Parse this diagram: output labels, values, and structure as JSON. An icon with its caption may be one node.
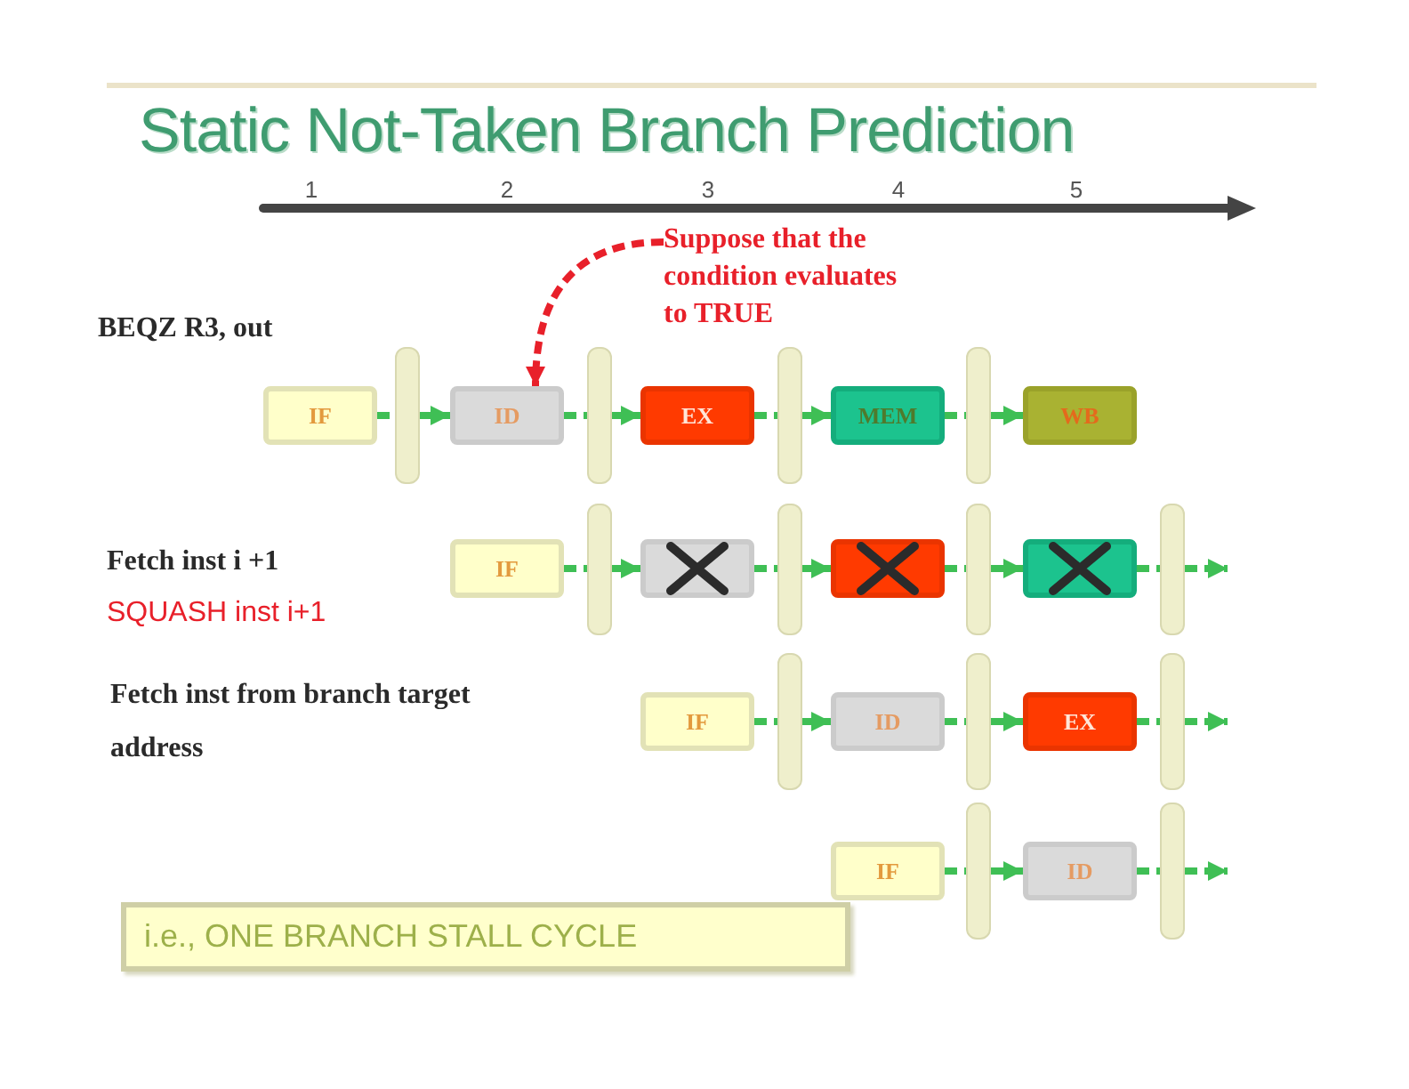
{
  "diagram": {
    "title": "Static Not-Taken Branch Prediction",
    "nodes": [
      {
        "text": [
          "Suppose that the condition evaluates to TRUE"
        ]
      },
      {
        "text": [
          "IF"
        ]
      },
      {
        "text": [],
        "shape": "bar"
      },
      {
        "text": [
          "ID"
        ]
      },
      {
        "text": [],
        "shape": "bar"
      },
      {
        "text": [
          "EX"
        ]
      },
      {
        "text": [],
        "shape": "bar"
      },
      {
        "text": [
          "MEM"
        ]
      },
      {
        "text": [],
        "shape": "bar"
      },
      {
        "text": [
          "WB"
        ]
      },
      {
        "text": [
          "IF"
        ]
      },
      {
        "text": [],
        "shape": "bar"
      },
      {
        "text": [],
        "shape": "box"
      },
      {
        "text": [],
        "shape": "bar"
      },
      {
        "text": [],
        "shape": "box"
      },
      {
        "text": [],
        "shape": "bar"
      },
      {
        "text": [],
        "shape": "box"
      },
      {
        "text": [],
        "shape": "bar"
      },
      {
        "text": [
          "IF"
        ]
      },
      {
        "text": [],
        "shape": "bar"
      },
      {
        "text": [
          "ID"
        ]
      },
      {
        "text": [],
        "shape": "bar"
      },
      {
        "text": [
          "EX"
        ]
      },
      {
        "text": [],
        "shape": "bar"
      },
      {
        "text": [
          "IF"
        ]
      },
      {
        "text": [],
        "shape": "bar"
      },
      {
        "text": [
          "ID"
        ]
      },
      {
        "text": [],
        "shape": "bar"
      },
      {
        "text": [
          "i.e., ONE BRANCH STALL CYCLE"
        ]
      }
    ],
    "edges": [
      {
        "from": 0,
        "to": 3,
        "arrow": "to",
        "style": "dashed",
        "color": "#e8202a"
      },
      {
        "from": 1,
        "to": 2,
        "arrow": "none",
        "style": "dashed"
      },
      {
        "from": 2,
        "to": 3,
        "arrow": "to",
        "style": "dashed"
      },
      {
        "from": 3,
        "to": 4,
        "arrow": "none",
        "style": "dashed"
      },
      {
        "from": 4,
        "to": 5,
        "arrow": "to",
        "style": "dashed"
      },
      {
        "from": 5,
        "to": 6,
        "arrow": "none",
        "style": "dashed"
      },
      {
        "from": 6,
        "to": 7,
        "arrow": "to",
        "style": "dashed"
      },
      {
        "from": 7,
        "to": 8,
        "arrow": "none",
        "style": "dashed"
      },
      {
        "from": 8,
        "to": 9,
        "arrow": "to",
        "style": "dashed"
      },
      {
        "from": 10,
        "to": 11,
        "arrow": "none",
        "style": "dashed"
      },
      {
        "from": 11,
        "to": 12,
        "arrow": "to",
        "style": "dashed"
      },
      {
        "from": 12,
        "to": 13,
        "arrow": "none",
        "style": "dashed"
      },
      {
        "from": 13,
        "to": 14,
        "arrow": "to",
        "style": "dashed"
      },
      {
        "from": 14,
        "to": 15,
        "arrow": "none",
        "style": "dashed"
      },
      {
        "from": 15,
        "to": 16,
        "arrow": "to",
        "style": "dashed"
      },
      {
        "from": 16,
        "to": 17,
        "arrow": "none",
        "style": "dashed"
      },
      {
        "from": 17,
        "to": null,
        "arrow": "to",
        "style": "dashed"
      },
      {
        "from": 18,
        "to": 19,
        "arrow": "none",
        "style": "dashed"
      },
      {
        "from": 19,
        "to": 20,
        "arrow": "to",
        "style": "dashed"
      },
      {
        "from": 20,
        "to": 21,
        "arrow": "none",
        "style": "dashed"
      },
      {
        "from": 21,
        "to": 22,
        "arrow": "to",
        "style": "dashed"
      },
      {
        "from": 22,
        "to": 23,
        "arrow": "none",
        "style": "dashed"
      },
      {
        "from": 23,
        "to": null,
        "arrow": "to",
        "style": "dashed"
      },
      {
        "from": 24,
        "to": 25,
        "arrow": "none",
        "style": "dashed"
      },
      {
        "from": 25,
        "to": 26,
        "arrow": "to",
        "style": "dashed"
      },
      {
        "from": 26,
        "to": 27,
        "arrow": "none",
        "style": "dashed"
      },
      {
        "from": 27,
        "to": null,
        "arrow": "to",
        "style": "dashed"
      }
    ],
    "labels": [
      "1",
      "2",
      "3",
      "4",
      "5",
      "BEQZ R3, out",
      "Fetch inst i +1",
      "SQUASH inst i+1",
      "Fetch inst from branch target address"
    ]
  }
}
